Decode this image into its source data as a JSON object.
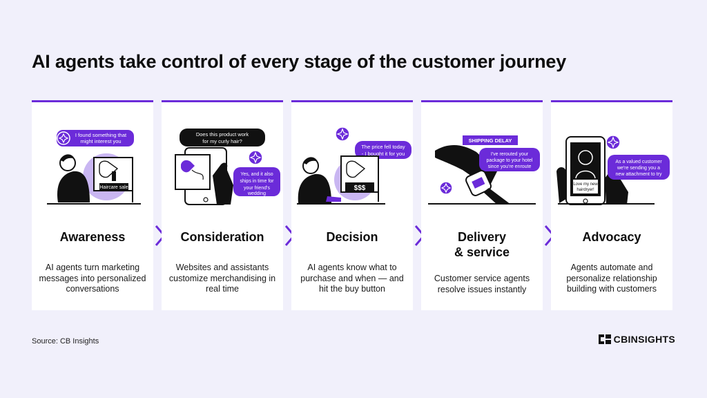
{
  "title": "AI agents take control of every stage of the customer journey",
  "source": "Source: CB Insights",
  "logo_text": "CBINSIGHTS",
  "accent_color": "#6b2bd9",
  "light_accent": "#c9b6f2",
  "stages": [
    {
      "name": "Awareness",
      "description": "AI agents turn marketing messages into personalized conversations",
      "bubbles": [
        "I found something that might interest you"
      ],
      "tag": "Haircare sale"
    },
    {
      "name": "Consideration",
      "description": "Websites and assistants customize merchandising in real time",
      "bubbles": [
        "Does this product work for my curly hair?",
        "Yes, and it also ships in time for your friend's wedding"
      ]
    },
    {
      "name": "Decision",
      "description": "AI agents know what to purchase and when — and hit the buy button",
      "bubbles": [
        "The price fell today - I bought it for you"
      ],
      "tag": "$$$"
    },
    {
      "name": "Delivery & service",
      "name_line1": "Delivery",
      "name_line2": "& service",
      "description": "Customer service agents resolve issues instantly",
      "banner": "SHIPPING DELAY",
      "bubbles": [
        "I've rerouted your package to your hotel since you're enroute"
      ]
    },
    {
      "name": "Advocacy",
      "description": "Agents automate and personalize relationship building with customers",
      "bubbles": [
        "As a valued customer we're sending you a new attachment to try"
      ],
      "tag": "Love my new hairdryer!"
    }
  ]
}
